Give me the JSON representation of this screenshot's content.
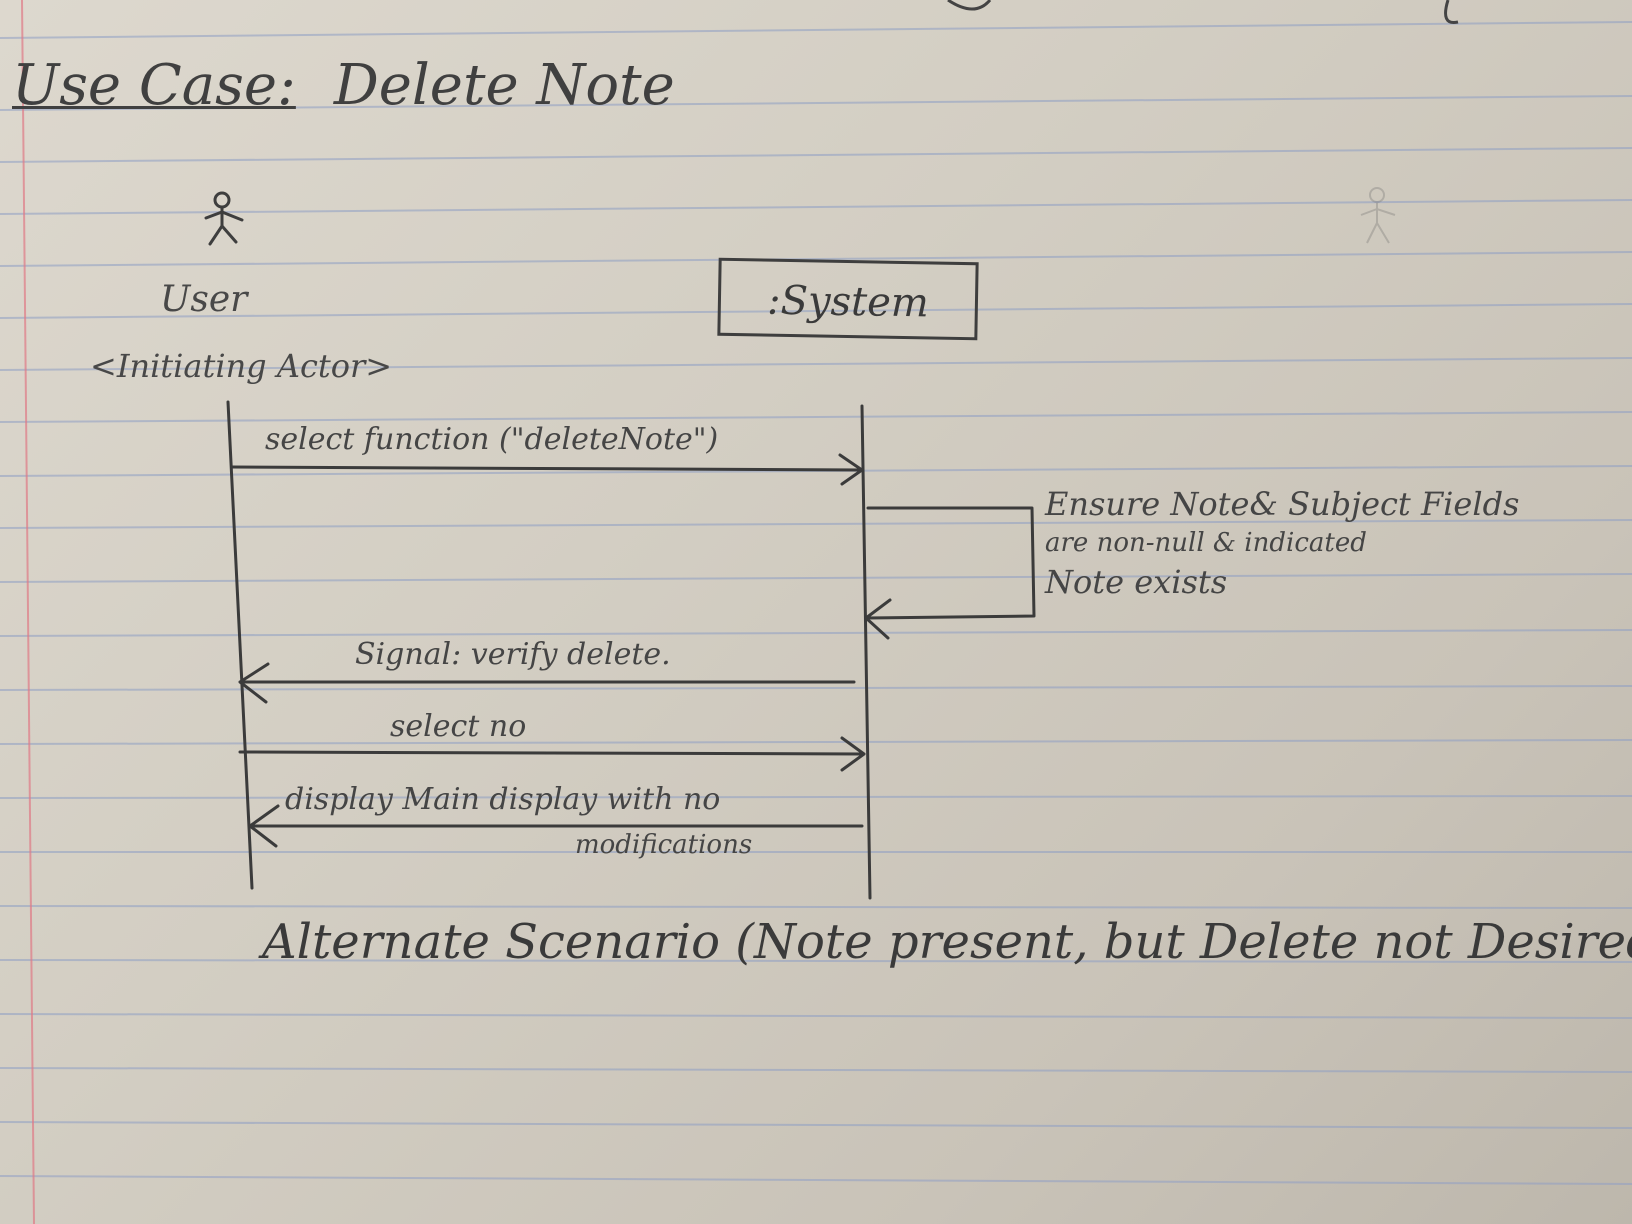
{
  "title": {
    "label": "Use Case:",
    "name": "Delete Note"
  },
  "actors": {
    "user": {
      "name": "User",
      "stereotype": "<Initiating Actor>"
    },
    "system": {
      "name": ":System"
    }
  },
  "messages": [
    {
      "text": "select function (\"deleteNote\")",
      "direction": "to-system"
    },
    {
      "text": "Signal: verify delete.",
      "direction": "to-user"
    },
    {
      "text": "select no",
      "direction": "to-system"
    },
    {
      "text": "display Main display with no",
      "direction": "to-user"
    }
  ],
  "message_continuation": "modifications",
  "self_message": {
    "lines": [
      "Ensure Note& Subject Fields",
      "are non-null & indicated",
      "Note exists"
    ]
  },
  "caption": "Alternate Scenario (Note present, but Delete not Desired)"
}
